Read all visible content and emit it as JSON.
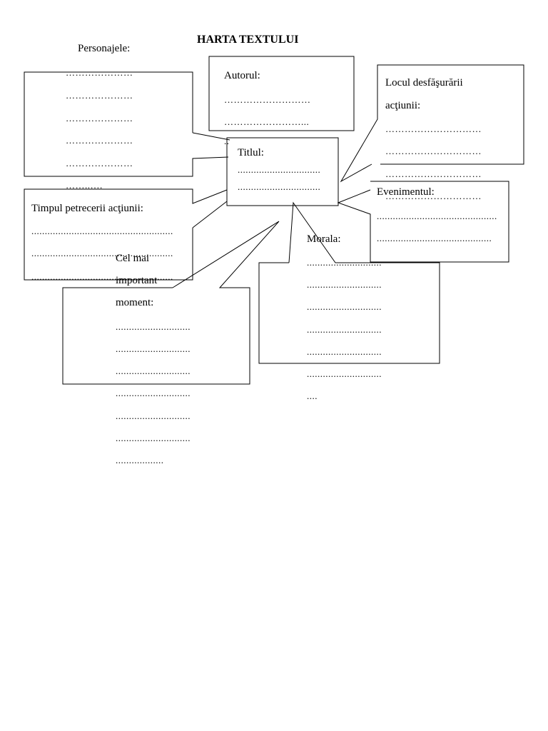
{
  "title": "HARTA TEXTULUI",
  "personaje": {
    "label": "Personajele:",
    "lines": [
      "…………………",
      "…………………",
      "…………………",
      "…………………",
      "…………………",
      "……..…."
    ]
  },
  "autor": {
    "label": "Autorul:",
    "lines": [
      "………………………",
      "……………………...",
      ".."
    ]
  },
  "loc": {
    "label_1": "Locul desfăşurării",
    "label_2": "acţiunii:",
    "lines": [
      "…………………………",
      "…………………………",
      "…………………………",
      "…………………………"
    ]
  },
  "titlu": {
    "label": "Titlul:",
    "lines": [
      "...............................",
      "..............................."
    ]
  },
  "timp": {
    "label": "Timpul petrecerii acţiunii:",
    "lines": [
      ".....................................................",
      ".....................................................",
      "....................................................."
    ]
  },
  "eveniment": {
    "label": "Evenimentul:",
    "lines": [
      ".............................................",
      "..........................................."
    ]
  },
  "moment": {
    "label_1": "Cel mai",
    "label_2": "important",
    "label_3": "moment:",
    "lines": [
      "............................",
      "............................",
      "............................",
      "............................",
      "............................",
      "............................",
      ".................."
    ]
  },
  "morala": {
    "label": "Morala:",
    "lines": [
      "............................",
      "............................",
      "............................",
      "............................",
      "............................",
      "............................",
      "...."
    ]
  }
}
